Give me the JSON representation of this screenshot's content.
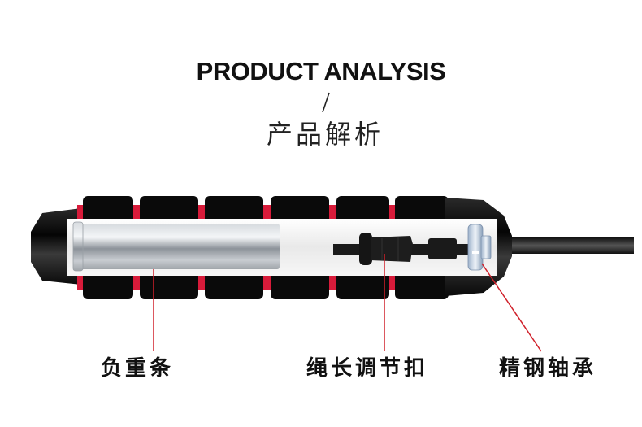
{
  "header": {
    "title_en": "PRODUCT ANALYSIS",
    "separator": "/",
    "title_cn": "产品解析"
  },
  "colors": {
    "accent_line": "#d0202a",
    "foam_black": "#0a0a0a",
    "foam_red": "#d81b3a",
    "cutaway_bg": "#f2f2f2"
  },
  "callouts": [
    {
      "label": "负重条",
      "part": "weight-bar"
    },
    {
      "label": "绳长调节扣",
      "part": "length-adjust-buckle"
    },
    {
      "label": "精钢轴承",
      "part": "steel-bearing"
    }
  ]
}
